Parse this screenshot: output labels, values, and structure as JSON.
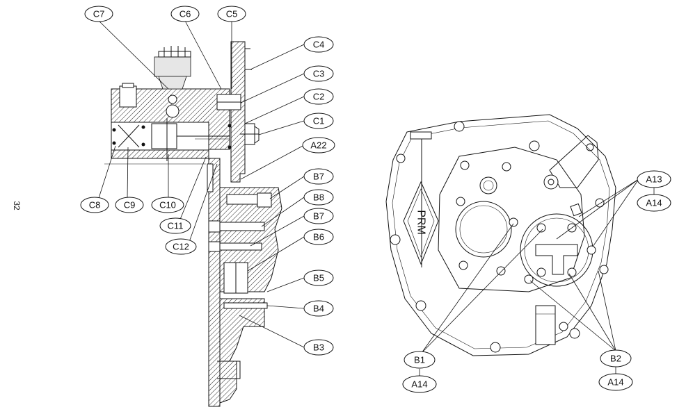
{
  "page_number": "32",
  "section_view": {
    "callouts": [
      "C7",
      "C6",
      "C5",
      "C4",
      "C3",
      "C2",
      "C1",
      "A22",
      "B7",
      "B8",
      "B7",
      "B6",
      "B5",
      "B4",
      "B3",
      "C8",
      "C9",
      "C10",
      "C11",
      "C12"
    ]
  },
  "front_view": {
    "plate_logo_text": "PRM",
    "callouts": [
      "A13",
      "A14",
      "B1",
      "A14",
      "B2",
      "A14"
    ]
  }
}
